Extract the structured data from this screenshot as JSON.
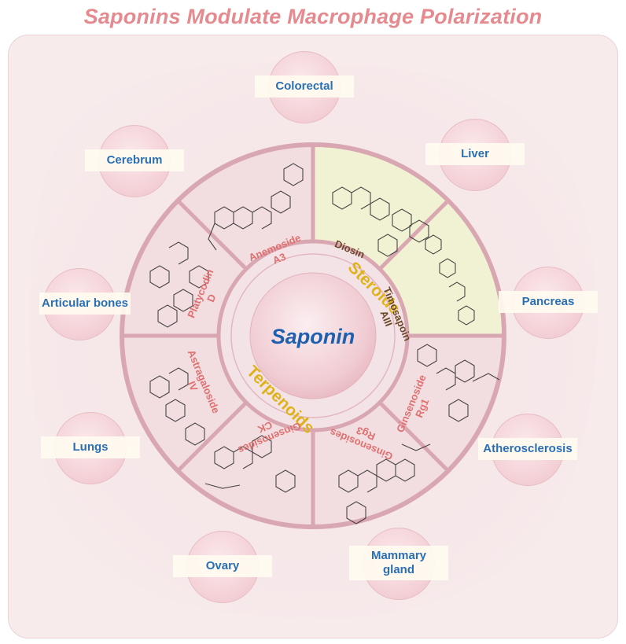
{
  "title": "Saponins Modulate Macrophage Polarization",
  "center": {
    "label": "Saponin"
  },
  "classes": {
    "steroids": "Steroids",
    "terpenoids": "Terpenoids"
  },
  "compounds": [
    {
      "id": "anemoside",
      "line1": "Anemoside",
      "line2": "A3"
    },
    {
      "id": "diosin",
      "line1": "Diosin",
      "line2": ""
    },
    {
      "id": "timosaponin",
      "line1": "Timosapoin",
      "line2": "AIII"
    },
    {
      "id": "rg1",
      "line1": "Ginsenoside",
      "line2": "Rg1"
    },
    {
      "id": "rg3",
      "line1": "Ginsenosides",
      "line2": "Rg3"
    },
    {
      "id": "ck",
      "line1": "Ginsenosides",
      "line2": "CK"
    },
    {
      "id": "astragaloside",
      "line1": "Astragaloside",
      "line2": "IV"
    },
    {
      "id": "platycodin",
      "line1": "Platycodin",
      "line2": "D"
    }
  ],
  "organs": {
    "colorectal": "Colorectal",
    "liver": "Liver",
    "pancreas": "Pancreas",
    "atherosclerosis": "Atherosclerosis",
    "mammary_line1": "Mammary",
    "mammary_line2": "gland",
    "ovary": "Ovary",
    "lungs": "Lungs",
    "articular": "Articular bones",
    "cerebrum": "Cerebrum"
  },
  "colors": {
    "title": "#e58a8f",
    "organ_label": "#2a6fb5",
    "center_label": "#1f5fb0",
    "class_label": "#e0b21a",
    "compound_label": "#e07070",
    "steroid_compound_label": "#6b4a2a",
    "steroid_fill": "#f1f1d3",
    "terpenoid_fill": "#f2dde0"
  }
}
